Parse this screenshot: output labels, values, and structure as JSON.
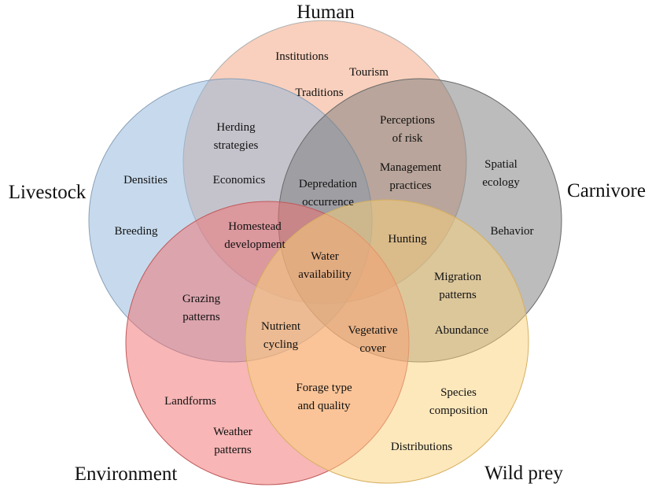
{
  "circles": [
    {
      "id": "human",
      "label": "Human",
      "color": "#f4a27c",
      "border": "#b0b0b0"
    },
    {
      "id": "livestock",
      "label": "Livestock",
      "color": "#8fb6dc",
      "border": "#8aa0b8"
    },
    {
      "id": "carnivore",
      "label": "Carnivore",
      "color": "#7a7a7a",
      "border": "#6a6a6a"
    },
    {
      "id": "environment",
      "label": "Environment",
      "color": "#f26d6d",
      "border": "#c05a5a"
    },
    {
      "id": "wild_prey",
      "label": "Wild prey",
      "color": "#fbd27a",
      "border": "#d6b060"
    }
  ],
  "items": {
    "institutions": [
      "Institutions"
    ],
    "tourism": [
      "Tourism"
    ],
    "traditions": [
      "Traditions"
    ],
    "herding_strategies": [
      "Herding",
      "strategies"
    ],
    "perceptions_of_risk": [
      "Perceptions",
      "of risk"
    ],
    "management_practices": [
      "Management",
      "practices"
    ],
    "spatial_ecology": [
      "Spatial",
      "ecology"
    ],
    "densities": [
      "Densities"
    ],
    "economics": [
      "Economics"
    ],
    "depredation_occurrence": [
      "Depredation",
      "occurrence"
    ],
    "breeding": [
      "Breeding"
    ],
    "homestead_development": [
      "Homestead",
      "development"
    ],
    "hunting": [
      "Hunting"
    ],
    "behavior": [
      "Behavior"
    ],
    "water_availability": [
      "Water",
      "availability"
    ],
    "migration_patterns": [
      "Migration",
      "patterns"
    ],
    "grazing_patterns": [
      "Grazing",
      "patterns"
    ],
    "nutrient_cycling": [
      "Nutrient",
      "cycling"
    ],
    "vegetative_cover": [
      "Vegetative",
      "cover"
    ],
    "abundance": [
      "Abundance"
    ],
    "landforms": [
      "Landforms"
    ],
    "forage_type_and_quality": [
      "Forage type",
      "and quality"
    ],
    "species_composition": [
      "Species",
      "composition"
    ],
    "weather_patterns": [
      "Weather",
      "patterns"
    ],
    "distributions": [
      "Distributions"
    ]
  }
}
